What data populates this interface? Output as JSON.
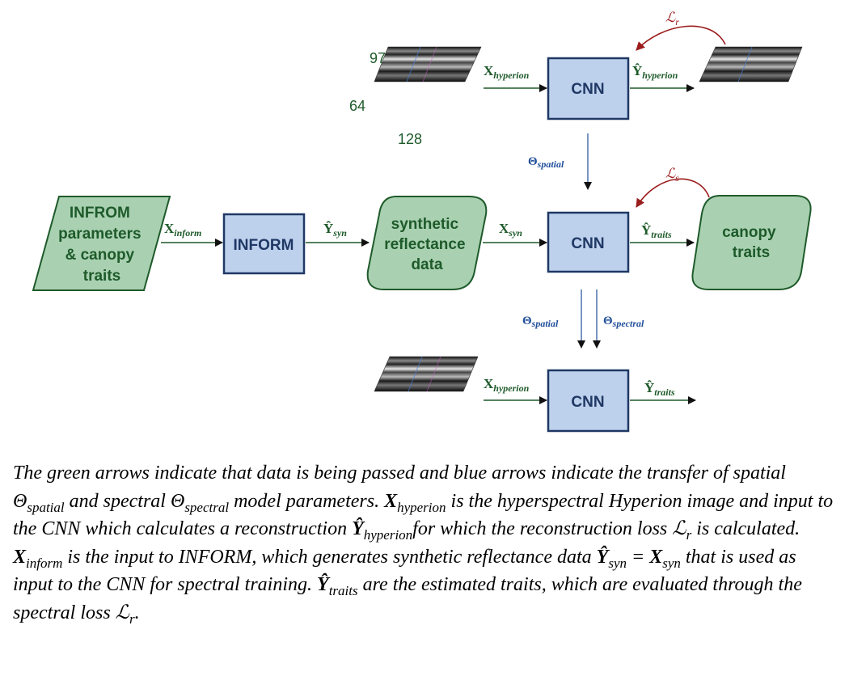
{
  "nodes": {
    "inform_params": {
      "lines": [
        "INFROM",
        "parameters",
        "& canopy",
        "traits"
      ]
    },
    "inform": {
      "label": "INFORM"
    },
    "synthetic": {
      "lines": [
        "synthetic",
        "reflectance",
        "data"
      ]
    },
    "cnn_top": {
      "label": "CNN"
    },
    "cnn_mid": {
      "label": "CNN"
    },
    "cnn_bottom": {
      "label": "CNN"
    },
    "canopy": {
      "lines": [
        "canopy",
        "traits"
      ]
    }
  },
  "cube_dims": {
    "d1": "97",
    "d2": "64",
    "d3": "128"
  },
  "edges": {
    "x_hyperion": {
      "base": "X",
      "sub": "hyperion"
    },
    "y_hyperion": {
      "base": "Ŷ",
      "sub": "hyperion"
    },
    "x_inform": {
      "base": "X",
      "sub": "inform"
    },
    "y_syn": {
      "base": "Ŷ",
      "sub": "syn"
    },
    "x_syn": {
      "base": "X",
      "sub": "syn"
    },
    "y_traits": {
      "base": "Ŷ",
      "sub": "traits"
    },
    "theta_spatial": {
      "base": "Θ",
      "sub": "spatial"
    },
    "theta_spectral": {
      "base": "Θ",
      "sub": "spectral"
    },
    "loss_r": {
      "base": "ℒ",
      "sub": "r"
    },
    "loss_s": {
      "base": "ℒ",
      "sub": "s"
    }
  },
  "colors": {
    "green_arrow": "#1e5a2a",
    "blue_arrow": "#1f4e9a",
    "loss_arrow": "#9b1c1c",
    "cnn_fill": "#bdd0ec",
    "cnn_stroke": "#1f3864",
    "data_fill": "#a9d1b1",
    "data_stroke": "#1e5a2a"
  },
  "caption": [
    {
      "t": "The green arrows indicate that data is being passed and blue arrows indicate the transfer of spatial "
    },
    {
      "t": "Θ"
    },
    {
      "t": "spatial",
      "sub": true
    },
    {
      "t": " and spectral "
    },
    {
      "t": "Θ"
    },
    {
      "t": "spectral",
      "sub": true
    },
    {
      "t": " model parameters. "
    },
    {
      "t": "X",
      "bold": true
    },
    {
      "t": "hyperion",
      "sub": true
    },
    {
      "t": " is the hyperspectral Hyperion image and input to the CNN which calculates a reconstruction "
    },
    {
      "t": "Ŷ",
      "bold": true
    },
    {
      "t": "hyperion",
      "sub": true
    },
    {
      "t": "for which the reconstruction loss "
    },
    {
      "t": "ℒ"
    },
    {
      "t": "r",
      "sub": true
    },
    {
      "t": " is calculated. "
    },
    {
      "t": "X",
      "bold": true
    },
    {
      "t": "inform",
      "sub": true
    },
    {
      "t": " is the input to INFORM, which generates synthetic reflectance data "
    },
    {
      "t": "Ŷ",
      "bold": true
    },
    {
      "t": "syn",
      "sub": true
    },
    {
      "t": " = "
    },
    {
      "t": "X",
      "bold": true
    },
    {
      "t": "syn",
      "sub": true
    },
    {
      "t": " that is used as input to the CNN for spectral training. "
    },
    {
      "t": "Ŷ",
      "bold": true
    },
    {
      "t": "traits",
      "sub": true
    },
    {
      "t": " are the estimated traits, which are evaluated through the spectral loss "
    },
    {
      "t": "ℒ"
    },
    {
      "t": "r",
      "sub": true
    },
    {
      "t": "."
    }
  ]
}
